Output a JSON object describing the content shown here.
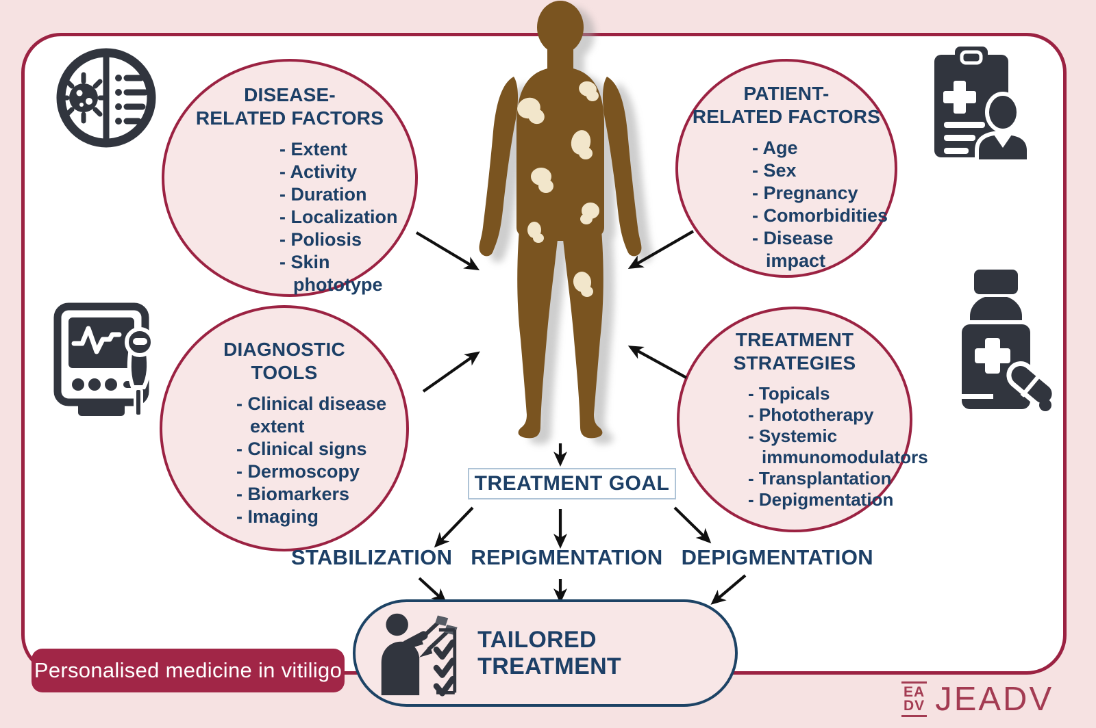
{
  "banner": {
    "label": "Personalised medicine in vitiligo"
  },
  "ellipses": [
    {
      "title": "DISEASE-\nRELATED FACTORS",
      "items": [
        "- Extent",
        "- Activity",
        "- Duration",
        "- Localization",
        "- Poliosis",
        "- Skin phototype"
      ]
    },
    {
      "title": "PATIENT-\nRELATED FACTORS",
      "items": [
        "- Age",
        "- Sex",
        "- Pregnancy",
        "- Comorbidities",
        "- Disease impact"
      ]
    },
    {
      "title": "DIAGNOSTIC\nTOOLS",
      "items": [
        "- Clinical disease extent",
        "- Clinical signs",
        "- Dermoscopy",
        "- Biomarkers",
        "- Imaging"
      ]
    },
    {
      "title": "TREATMENT\nSTRATEGIES",
      "items": [
        "- Topicals",
        "- Phototherapy",
        "- Systemic\nimmunomodulators",
        "- Transplantation",
        "- Depigmentation"
      ]
    }
  ],
  "flow": {
    "treatment_goal": "TREATMENT GOAL",
    "goals": [
      "STABILIZATION",
      "REPIGMENTATION",
      "DEPIGMENTATION"
    ],
    "tailored_treatment": "TAILORED TREATMENT"
  },
  "logo": {
    "mark_line1": "EA",
    "mark_line2": "DV",
    "journal": "JEADV"
  },
  "colors": {
    "accent_crimson": "#9B2242",
    "navy_text": "#1C3F66",
    "banner_bg": "#A12647",
    "ellipse_fill": "#F8E7E7",
    "icon_charcoal": "#31353E",
    "body_brown": "#7A5420",
    "patch_cream": "#F2E6CB",
    "logo_crimson": "#A33B52"
  }
}
